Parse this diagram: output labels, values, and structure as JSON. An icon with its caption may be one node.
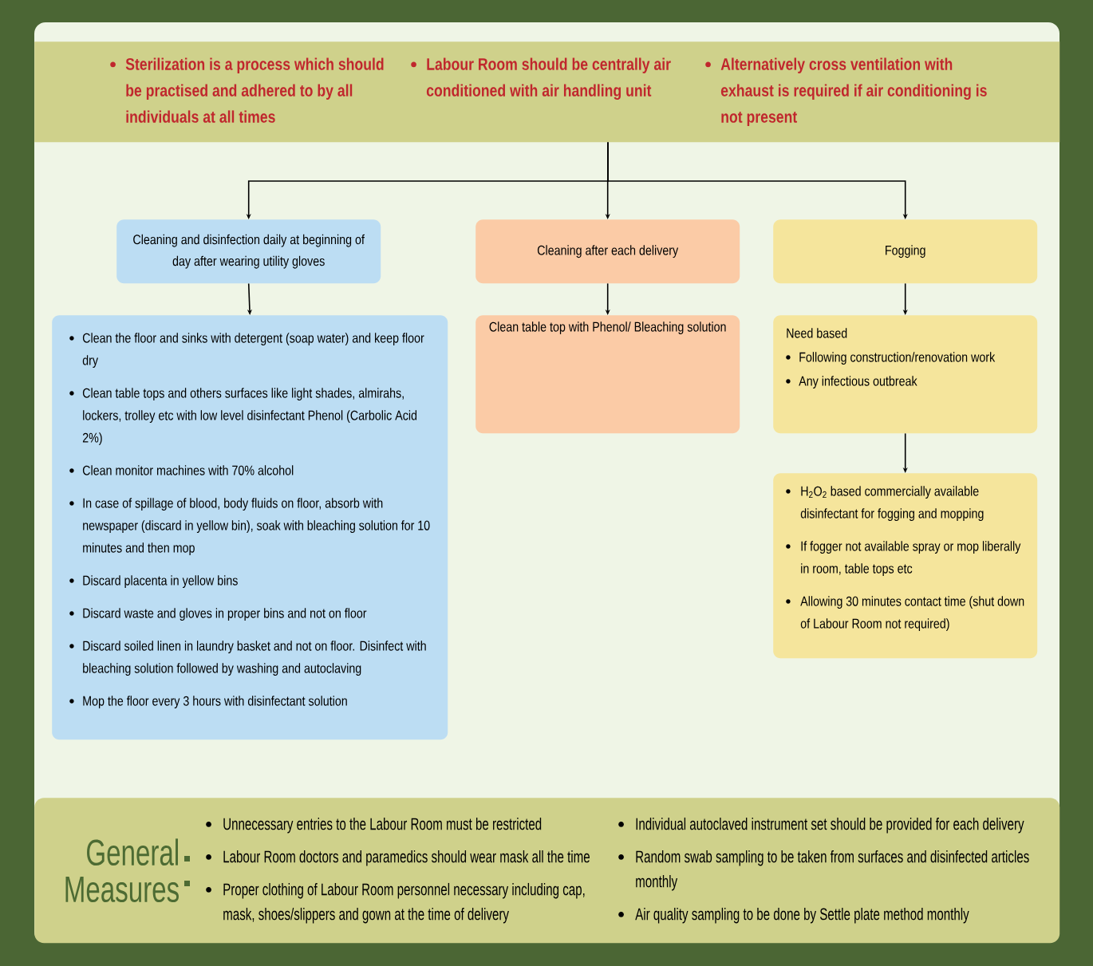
{
  "diagram": {
    "nodes": [
      {
        "text": [
          "Sterilization is a process which should be practised and adhered to by all individuals at all times",
          "Labour Room should be centrally air conditioned with air handling unit",
          "Alternatively cross ventilation with exhaust is required if air conditioning is not present"
        ]
      },
      {
        "text": [
          "Cleaning and disinfection daily at beginning of day after wearing utility gloves"
        ]
      },
      {
        "text": [
          "Cleaning after each delivery"
        ]
      },
      {
        "text": [
          "Fogging"
        ]
      },
      {
        "text": [
          "Clean the floor and sinks with detergent (soap water) and keep floor dry",
          "Clean table tops and others surfaces like light shades, almirahs, lockers, trolley etc with low level disinfectant Phenol (Carbolic Acid 2%)",
          "Clean monitor machines with 70% alcohol",
          "In case of spillage of blood, body fluids on floor, absorb with newspaper (discard in yellow bin), soak with bleaching solution for 10 minutes and then mop",
          "Discard placenta in yellow bins",
          "Discard waste and gloves in proper bins and not on floor",
          "Discard soiled linen in laundry basket and not on floor. Disinfect with bleaching solution followed by washing and autoclaving",
          "Mop the floor every 3 hours with disinfectant solution"
        ]
      },
      {
        "text": [
          "Clean table top with Phenol/ Bleaching solution"
        ]
      },
      {
        "text": [
          "Need based",
          "Following construction/renovation work",
          "Any infectious outbreak"
        ]
      },
      {
        "text": [
          "H$_{2}$O$_{2}$ based commercially available disinfectant for fogging and mopping",
          "If fogger not available spray or mop liberally in room, table tops etc",
          "Allowing 30 minutes contact time (shut down of Labour Room not required)"
        ]
      },
      {
        "text": [
          "General Measures",
          "Unnecessary entries to the Labour Room must be restricted",
          "Labour Room doctors and paramedics should wear mask all the time",
          "Proper clothing of Labour Room personnel necessary including cap, mask, shoes/slippers and gown at the time of delivery",
          "Individual autoclaved instrument set should be provided for each delivery",
          "Random swab sampling to be taken from surfaces and disinfected articles monthly",
          "Air quality sampling to be done by Settle plate method monthly"
        ]
      }
    ],
    "edges": [
      {
        "from": 0,
        "to": 1,
        "arrow": "to"
      },
      {
        "from": 0,
        "to": 2,
        "arrow": "to"
      },
      {
        "from": 0,
        "to": 3,
        "arrow": "to"
      },
      {
        "from": 1,
        "to": 4,
        "arrow": "to"
      },
      {
        "from": 2,
        "to": 5,
        "arrow": "to"
      },
      {
        "from": 3,
        "to": 6,
        "arrow": "to"
      },
      {
        "from": 6,
        "to": 7,
        "arrow": "to"
      }
    ]
  }
}
